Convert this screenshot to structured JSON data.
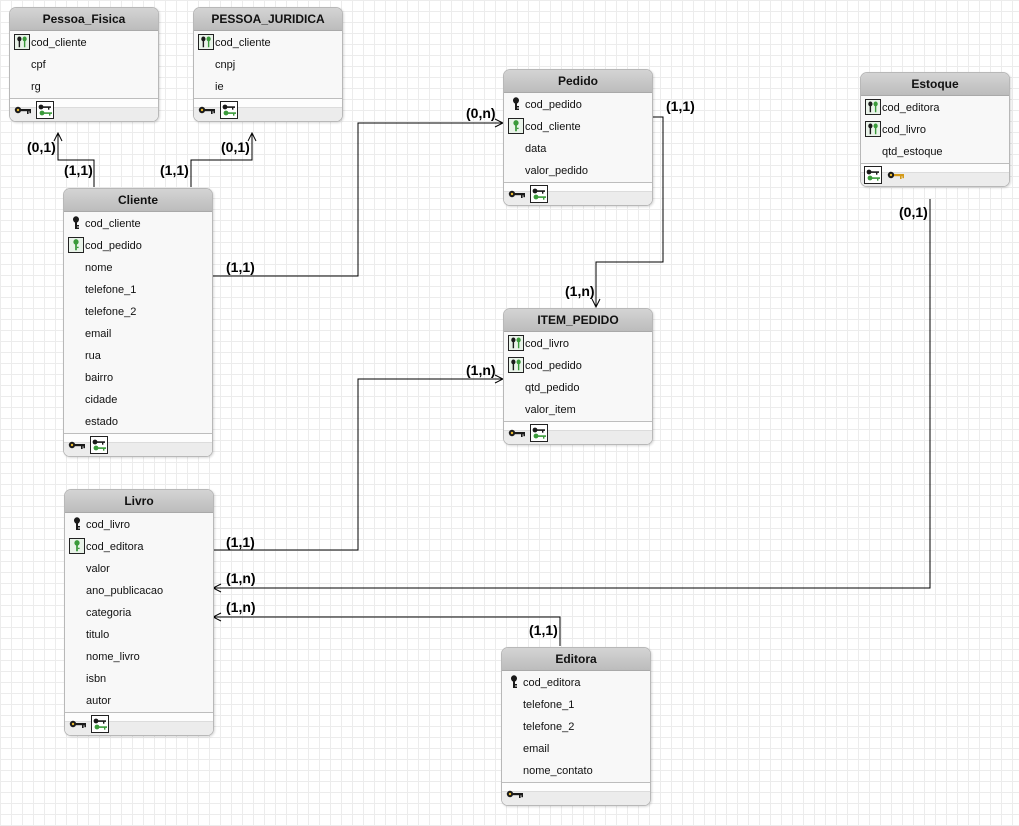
{
  "cardinality_labels": {
    "pf_top": "(0,1)",
    "pf_cliente": "(1,1)",
    "pj_cliente": "(1,1)",
    "pj_top": "(0,1)",
    "cliente_pedido": "(1,1)",
    "pedido_cliente": "(0,n)",
    "pedido_item": "(1,1)",
    "item_pedido": "(1,n)",
    "item_livro": "(1,n)",
    "livro_item": "(1,1)",
    "estoque_livro": "(0,1)",
    "livro_estoque": "(1,n)",
    "livro_editora": "(1,n)",
    "editora_livro": "(1,1)"
  },
  "tables": {
    "pessoa_fisica": {
      "title": "Pessoa_Fisica",
      "fields": [
        {
          "name": "cod_cliente",
          "key": "fk-pk"
        },
        {
          "name": "cpf",
          "key": ""
        },
        {
          "name": "rg",
          "key": ""
        }
      ]
    },
    "pessoa_juridica": {
      "title": "PESSOA_JURIDICA",
      "fields": [
        {
          "name": "cod_cliente",
          "key": "fk-pk"
        },
        {
          "name": "cnpj",
          "key": ""
        },
        {
          "name": "ie",
          "key": ""
        }
      ]
    },
    "pedido": {
      "title": "Pedido",
      "fields": [
        {
          "name": "cod_pedido",
          "key": "pk"
        },
        {
          "name": "cod_cliente",
          "key": "fk"
        },
        {
          "name": "data",
          "key": ""
        },
        {
          "name": "valor_pedido",
          "key": ""
        }
      ]
    },
    "estoque": {
      "title": "Estoque",
      "fields": [
        {
          "name": "cod_editora",
          "key": "fk-pk"
        },
        {
          "name": "cod_livro",
          "key": "fk-pk"
        },
        {
          "name": "qtd_estoque",
          "key": ""
        }
      ]
    },
    "cliente": {
      "title": "Cliente",
      "fields": [
        {
          "name": "cod_cliente",
          "key": "pk"
        },
        {
          "name": "cod_pedido",
          "key": "fk"
        },
        {
          "name": "nome",
          "key": ""
        },
        {
          "name": "telefone_1",
          "key": ""
        },
        {
          "name": "telefone_2",
          "key": ""
        },
        {
          "name": "email",
          "key": ""
        },
        {
          "name": "rua",
          "key": ""
        },
        {
          "name": "bairro",
          "key": ""
        },
        {
          "name": "cidade",
          "key": ""
        },
        {
          "name": "estado",
          "key": ""
        }
      ]
    },
    "item_pedido": {
      "title": "ITEM_PEDIDO",
      "fields": [
        {
          "name": "cod_livro",
          "key": "fk-pk"
        },
        {
          "name": "cod_pedido",
          "key": "fk-pk"
        },
        {
          "name": "qtd_pedido",
          "key": ""
        },
        {
          "name": "valor_item",
          "key": ""
        }
      ]
    },
    "livro": {
      "title": "Livro",
      "fields": [
        {
          "name": "cod_livro",
          "key": "pk"
        },
        {
          "name": "cod_editora",
          "key": "fk"
        },
        {
          "name": "valor",
          "key": ""
        },
        {
          "name": "ano_publicacao",
          "key": ""
        },
        {
          "name": "categoria",
          "key": ""
        },
        {
          "name": "titulo",
          "key": ""
        },
        {
          "name": "nome_livro",
          "key": ""
        },
        {
          "name": "isbn",
          "key": ""
        },
        {
          "name": "autor",
          "key": ""
        }
      ]
    },
    "editora": {
      "title": "Editora",
      "fields": [
        {
          "name": "cod_editora",
          "key": "pk"
        },
        {
          "name": "telefone_1",
          "key": ""
        },
        {
          "name": "telefone_2",
          "key": ""
        },
        {
          "name": "email",
          "key": ""
        },
        {
          "name": "nome_contato",
          "key": ""
        }
      ]
    }
  }
}
